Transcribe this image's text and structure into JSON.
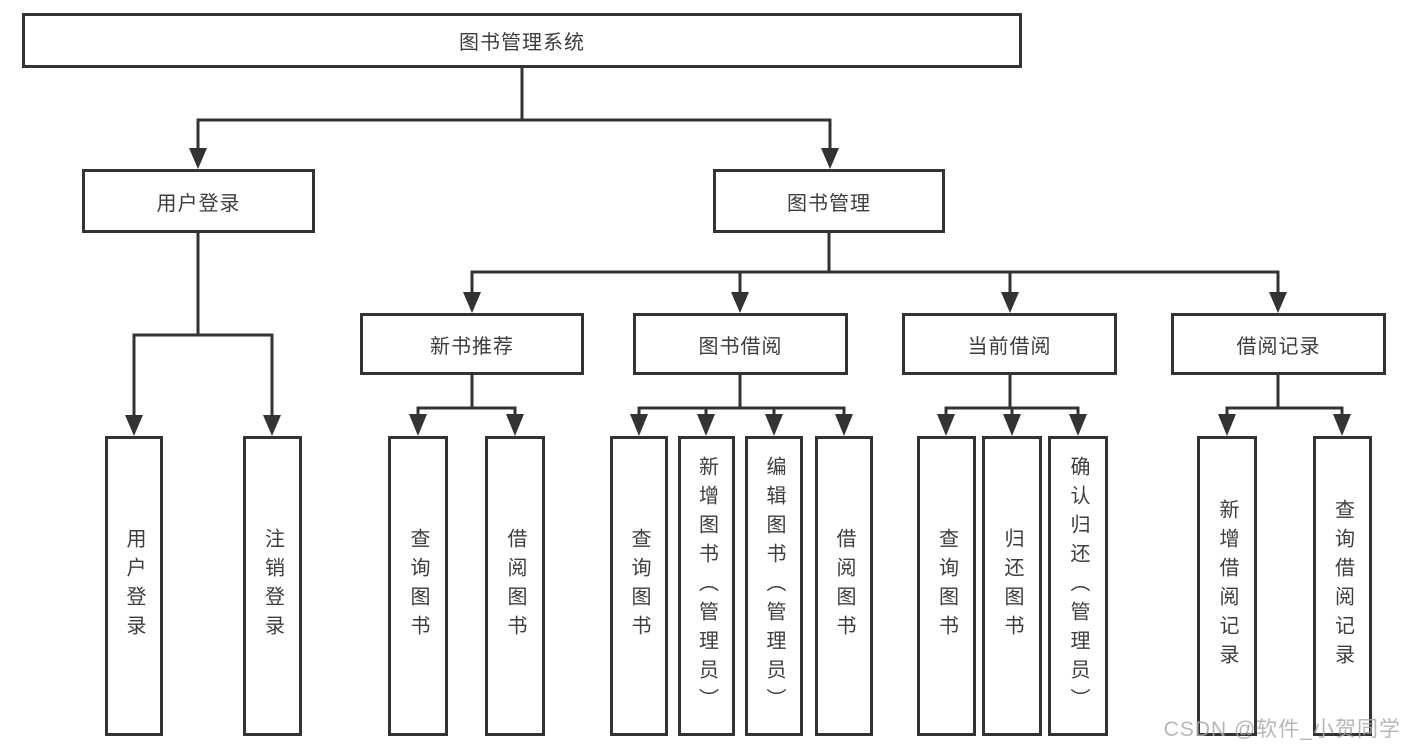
{
  "diagram": {
    "root": {
      "label": "图书管理系统"
    },
    "level2": {
      "user_login": {
        "label": "用户登录"
      },
      "book_management": {
        "label": "图书管理"
      }
    },
    "level3": {
      "new_book_recommendation": {
        "label": "新书推荐"
      },
      "book_borrowing": {
        "label": "图书借阅"
      },
      "current_borrowing": {
        "label": "当前借阅"
      },
      "borrowing_records": {
        "label": "借阅记录"
      }
    },
    "leaves": {
      "under_user_login": [
        {
          "label": "用户登录"
        },
        {
          "label": "注销登录"
        }
      ],
      "under_new_book_recommendation": [
        {
          "label": "查询图书"
        },
        {
          "label": "借阅图书"
        }
      ],
      "under_book_borrowing": [
        {
          "label": "查询图书"
        },
        {
          "label": "新增图书（管理员）"
        },
        {
          "label": "编辑图书（管理员）"
        },
        {
          "label": "借阅图书"
        }
      ],
      "under_current_borrowing": [
        {
          "label": "查询图书"
        },
        {
          "label": "归还图书"
        },
        {
          "label": "确认归还（管理员）"
        }
      ],
      "under_borrowing_records": [
        {
          "label": "新增借阅记录"
        },
        {
          "label": "查询借阅记录"
        }
      ]
    }
  },
  "watermark": {
    "text": "CSDN @软件_小贺同学"
  },
  "colors": {
    "line": "#333333",
    "text": "#3d3d3d",
    "box_background": "#ffffff",
    "page_background": "#ffffff",
    "watermark": "#aaaaaa"
  }
}
